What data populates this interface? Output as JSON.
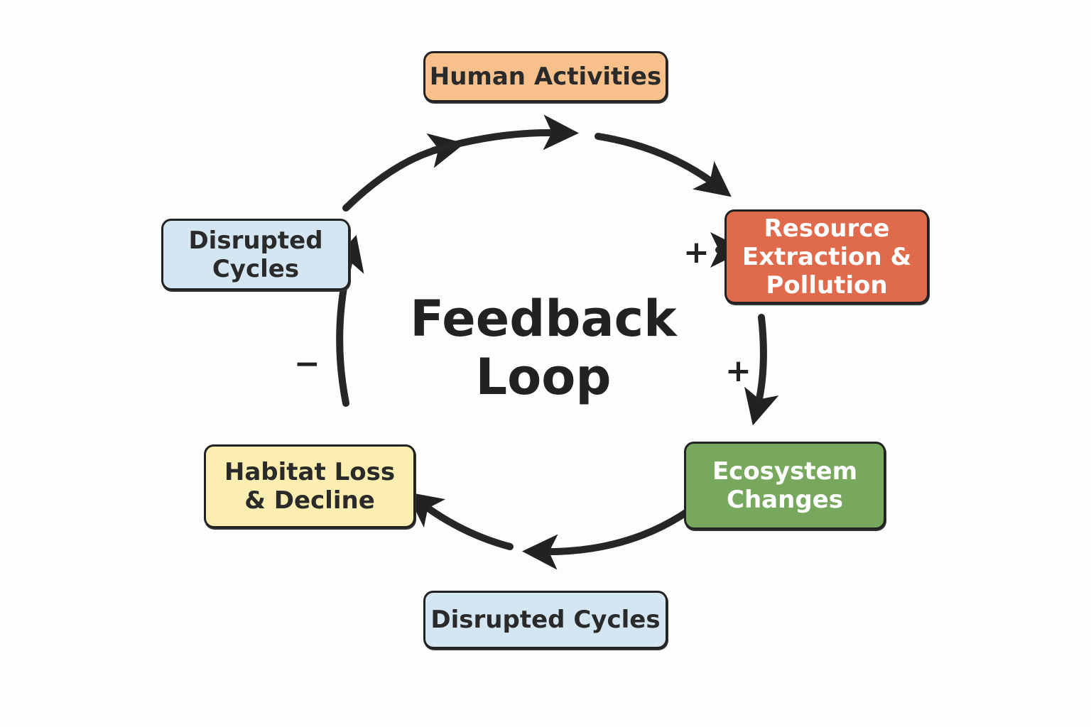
{
  "title": "Feedback\nLoop",
  "nodes": {
    "human_activities": {
      "label": "Human Activities",
      "color": "#f8c08a"
    },
    "resource_extraction": {
      "label": "Resource\nExtraction &\nPollution",
      "color": "#e06a4c"
    },
    "ecosystem_changes": {
      "label": "Ecosystem\nChanges",
      "color": "#78a85e"
    },
    "disrupted_cycles_bottom": {
      "label": "Disrupted Cycles",
      "color": "#d4e6f1"
    },
    "habitat_loss": {
      "label": "Habitat Loss\n& Decline",
      "color": "#fbeeb0"
    },
    "disrupted_cycles_left": {
      "label": "Disrupted\nCycles",
      "color": "#d4e6f1"
    }
  },
  "signs": {
    "plus_resource": "+",
    "plus_ecosystem": "+",
    "minus_left": "−"
  }
}
